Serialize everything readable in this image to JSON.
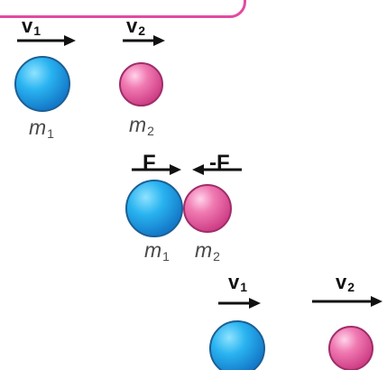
{
  "labels": {
    "v1": "v",
    "v1_sub": "1",
    "v2": "v",
    "v2_sub": "2",
    "m1_top": "m",
    "m1_top_sub": "1",
    "m2_top": "m",
    "m2_top_sub": "2",
    "f": "F",
    "minus_f": "-F",
    "m1_mid": "m",
    "m1_mid_sub": "1",
    "m2_mid": "m",
    "m2_mid_sub": "2",
    "v1_prime": "v",
    "v1_prime_sub": "1",
    "v2_prime": "v",
    "v2_prime_sub": "2"
  },
  "colors": {
    "blue_ball": "#1ea6e8",
    "pink_ball": "#e85a9b",
    "arrow": "#111111",
    "frame_pink": "#e24aa0"
  }
}
